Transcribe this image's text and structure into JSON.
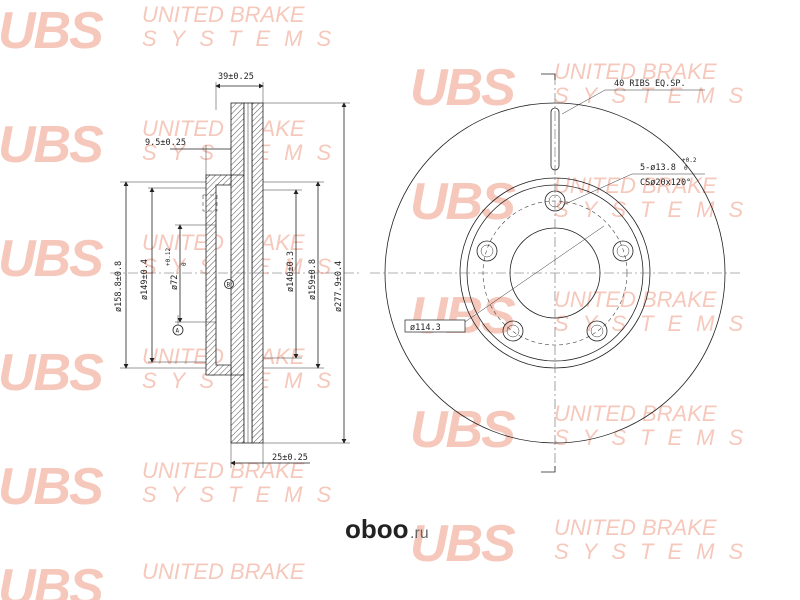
{
  "watermark": {
    "brand": "UBS",
    "line1": "UNITED BRAKE",
    "line2": "SYSTEMS"
  },
  "dimensions": {
    "overall_width": "39±0.25",
    "hat_offset": "9.5±0.25",
    "hat_width": "25±0.25",
    "dia_158": "ø158.8±0.8",
    "dia_149": "ø149±0.4",
    "dia_72": "ø72",
    "dia_72_tol_upper": "+0.12",
    "dia_72_tol_lower": "0",
    "dia_140": "ø140±0.3",
    "dia_159": "ø159±0.8",
    "dia_277": "ø277.9±0.4",
    "datum_a": "A",
    "datum_b": "B"
  },
  "callouts": {
    "ribs": "40 RIBS EQ.SP.",
    "holes": "5-ø13.8",
    "holes_tol_upper": "+0.2",
    "holes_tol_lower": "0",
    "countersink": "CSø20x120°",
    "pcd": "ø114.3"
  },
  "logo": {
    "text": "oboo",
    "suffix": ".ru"
  }
}
